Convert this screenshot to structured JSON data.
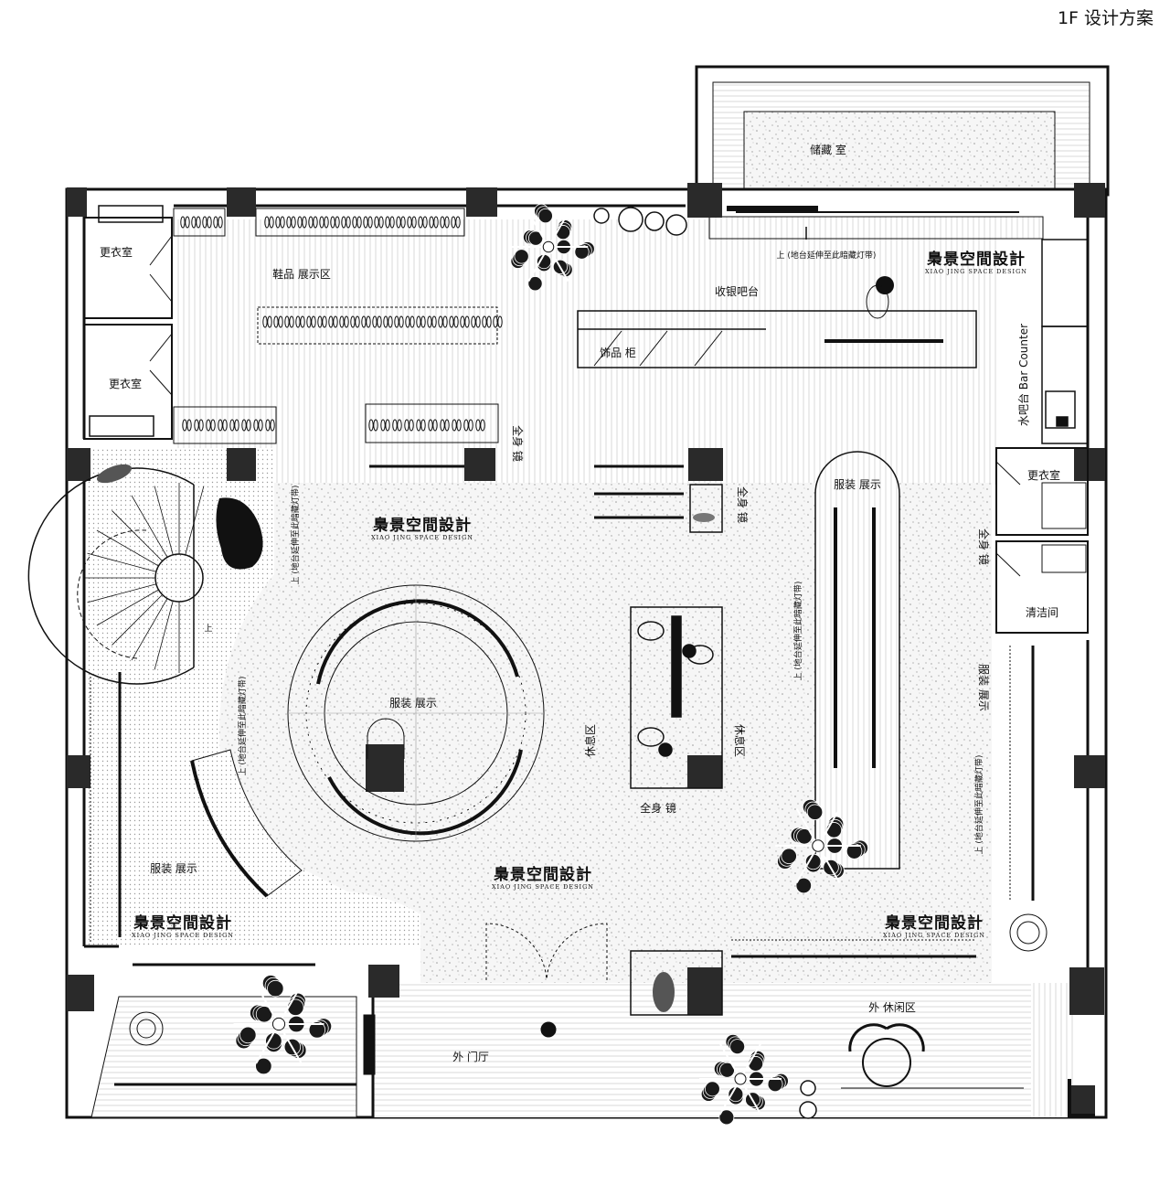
{
  "title": "1F 设计方案",
  "rooms": {
    "storage": "储藏 室",
    "changing_1": "更衣室",
    "changing_2": "更衣室",
    "changing_3": "更衣室",
    "shoe_display": "鞋品 展示区",
    "cashier_bar": "收银吧台",
    "accessory_cabinet": "饰品 柜",
    "bar_counter": "水吧台  Bar Counter",
    "fitting_mirror_1": "全身 镜",
    "fitting_mirror_2": "全身 镜",
    "fitting_mirror_3": "全身 镜",
    "fitting_mirror_4": "全身 镜",
    "clothing_center": "服装  展示",
    "clothing_arch": "服装  展示",
    "clothing_left": "服装  展示",
    "clothing_right": "服装  展示",
    "rest_1": "休息区",
    "rest_2": "休息区",
    "cleaning": "清洁间",
    "outer_hall": "外 门厅",
    "outer_lounge": "外  休闲区",
    "stair_up": "上"
  },
  "notes": {
    "stage_top": "上 (地台延伸至此暗藏灯带)",
    "stage_left_upper": "上 (地台延伸至此暗藏灯带)",
    "stage_left_lower": "上 (地台延伸至此暗藏灯带)",
    "stage_mid": "上 (地台延伸至此暗藏灯带)",
    "stage_right": "上 (地台延伸至此暗藏灯带)"
  },
  "brand": {
    "name": "梟景空間設計",
    "sub": "XIAO JING SPACE DESIGN"
  },
  "colors": {
    "wall": "#111111",
    "column": "#2a2a2a",
    "floor_texture": "#d9d9d9",
    "tree": "#1a1a1a"
  }
}
